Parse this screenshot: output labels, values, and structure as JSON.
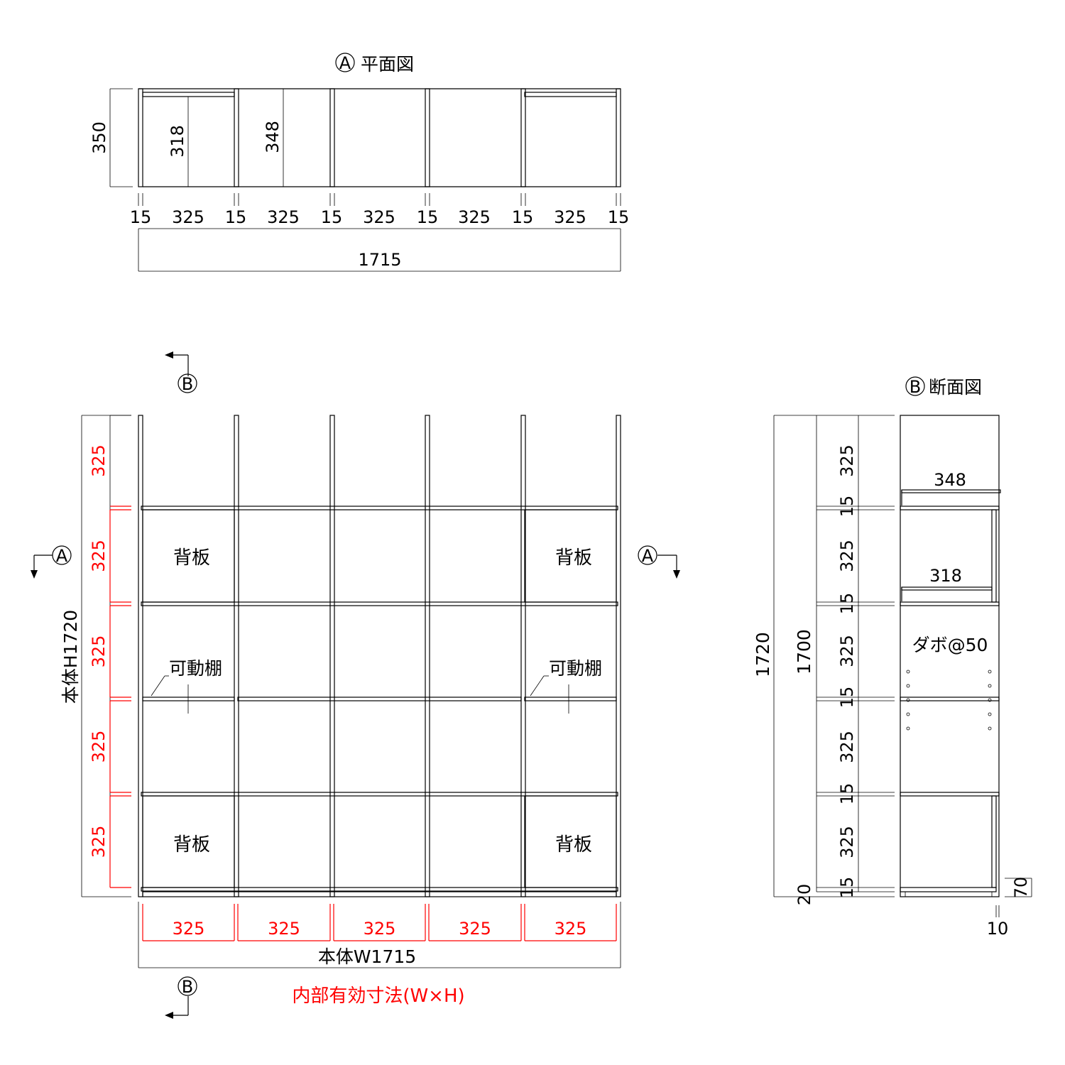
{
  "plan_view": {
    "title_marker": "A",
    "title": "平面図",
    "depth": "350",
    "inner_depth_back": "318",
    "inner_depth": "348",
    "widths": [
      "15",
      "325",
      "15",
      "325",
      "15",
      "325",
      "15",
      "325",
      "15",
      "325",
      "15"
    ],
    "total_width": "1715"
  },
  "front_view": {
    "section_marker": "B",
    "plan_marker": "A",
    "back_panel_label": "背板",
    "movable_shelf_label": "可動棚",
    "height_label": "本体H1720",
    "width_label": "本体W1715",
    "inner_heights": [
      "325",
      "325",
      "325",
      "325",
      "325"
    ],
    "inner_widths": [
      "325",
      "325",
      "325",
      "325",
      "325"
    ],
    "note": "内部有効寸法(W×H)"
  },
  "section_view": {
    "title_marker": "B",
    "title": "断面図",
    "total_height": "1720",
    "body_height": "1700",
    "base": "20",
    "stack": [
      "325",
      "15",
      "325",
      "15",
      "325",
      "15",
      "325",
      "15",
      "325",
      "15"
    ],
    "shelf_depth_top": "348",
    "shelf_depth_back": "318",
    "dowel_note": "ダボ@50",
    "plinth": "70",
    "gap": "10"
  },
  "colors": {
    "line": "#000000",
    "inner_dim": "#ff0000"
  }
}
